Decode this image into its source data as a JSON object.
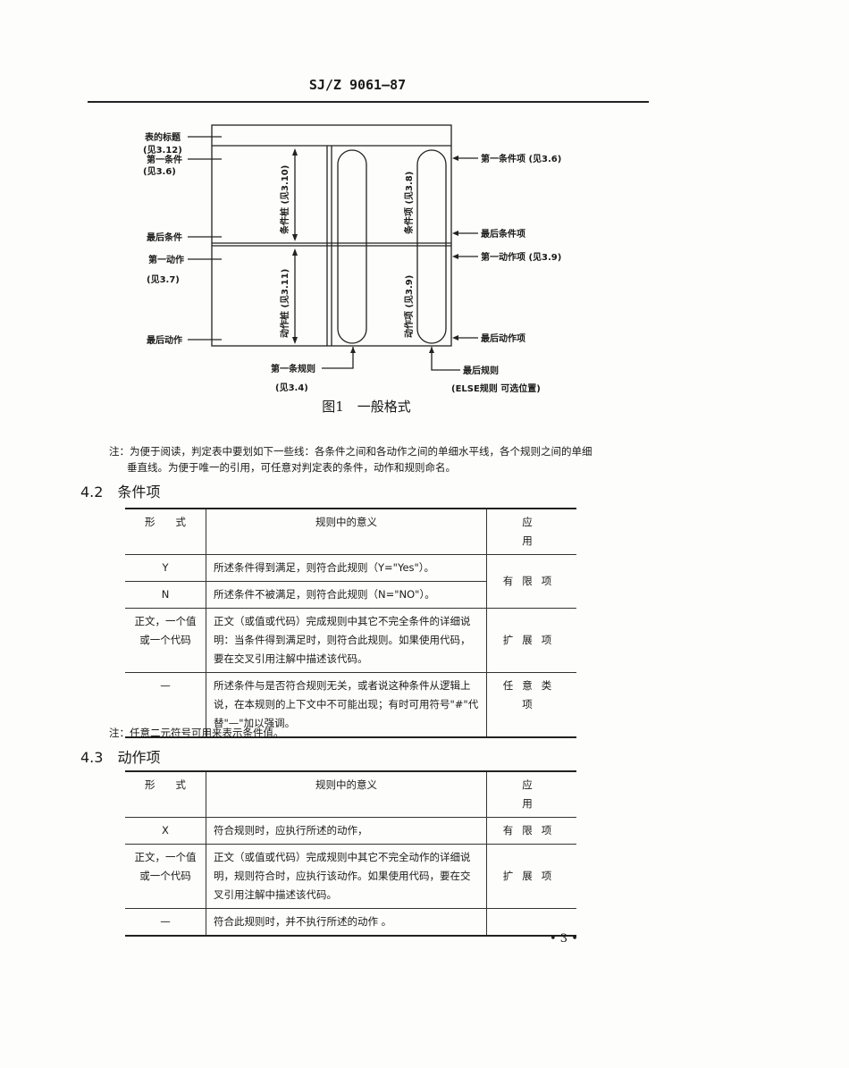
{
  "header": "SJ/Z 9061—87",
  "figure": {
    "left_labels": [
      "表的标题",
      "(见3.12)",
      "第一条件",
      "(见3.6)",
      "最后条件",
      "第一动作",
      "(见3.7)",
      "最后动作"
    ],
    "right_labels": [
      "第一条件项 (见3.6)",
      "最后条件项",
      "第一动作项 (见3.9)",
      "最后动作项"
    ],
    "inner_labels": [
      "条件桩 (见3.10)",
      "动作桩 (见3.11)",
      "条件项 (见3.8)",
      "动作项 (见3.9)"
    ],
    "bottom_labels": [
      "第一条规则",
      "(见3.4)",
      "最后规则",
      "(ELSE规则  可选位置)"
    ],
    "caption": "图1　一般格式"
  },
  "note1": [
    "注：为便于阅读，判定表中要划如下一些线：各条件之间和各动作之间的单细水平线，各个规则之间的单细",
    "垂直线。为便于唯一的引用，可任意对判定表的条件，动作和规则命名。"
  ],
  "section42": {
    "title": "4.2　条件项",
    "headers": [
      "形　　式",
      "规则中的意义",
      "应　　用"
    ],
    "rows": [
      {
        "form": "Y",
        "meaning": "所述条件得到满足，则符合此规则（Y=\"Yes\"）。",
        "use": "有限项"
      },
      {
        "form": "N",
        "meaning": "所述条件不被满足，则符合此规则（N=\"NO\"）。",
        "use": ""
      },
      {
        "form": "正文，一个值或一个代码",
        "meaning": "正文（或值或代码）完成规则中其它不完全条件的详细说明：当条件得到满足时，则符合此规则。如果使用代码，要在交叉引用注解中描述该代码。",
        "use": "扩展项"
      },
      {
        "form": "—",
        "meaning": "所述条件与是否符合规则无关，或者说这种条件从逻辑上说，在本规则的上下文中不可能出现；有时可用符号\"#\"代替\"—\"加以强调。",
        "use": "任意类项"
      }
    ],
    "note": "注：任意二元符号可用来表示条件值。"
  },
  "section43": {
    "title": "4.3　动作项",
    "headers": [
      "形　　式",
      "规则中的意义",
      "应　　用"
    ],
    "rows": [
      {
        "form": "X",
        "meaning": "符合规则时，应执行所述的动作，",
        "use": "有限项"
      },
      {
        "form": "正文，一个值或一个代码",
        "meaning": "正文（或值或代码）完成规则中其它不完全动作的详细说明，规则符合时，应执行该动作。如果使用代码，要在交叉引用注解中描述该代码。",
        "use": "扩展项"
      },
      {
        "form": "—",
        "meaning": "符合此规则时，并不执行所述的动作 。",
        "use": ""
      }
    ]
  },
  "page_number": "•  3  •"
}
